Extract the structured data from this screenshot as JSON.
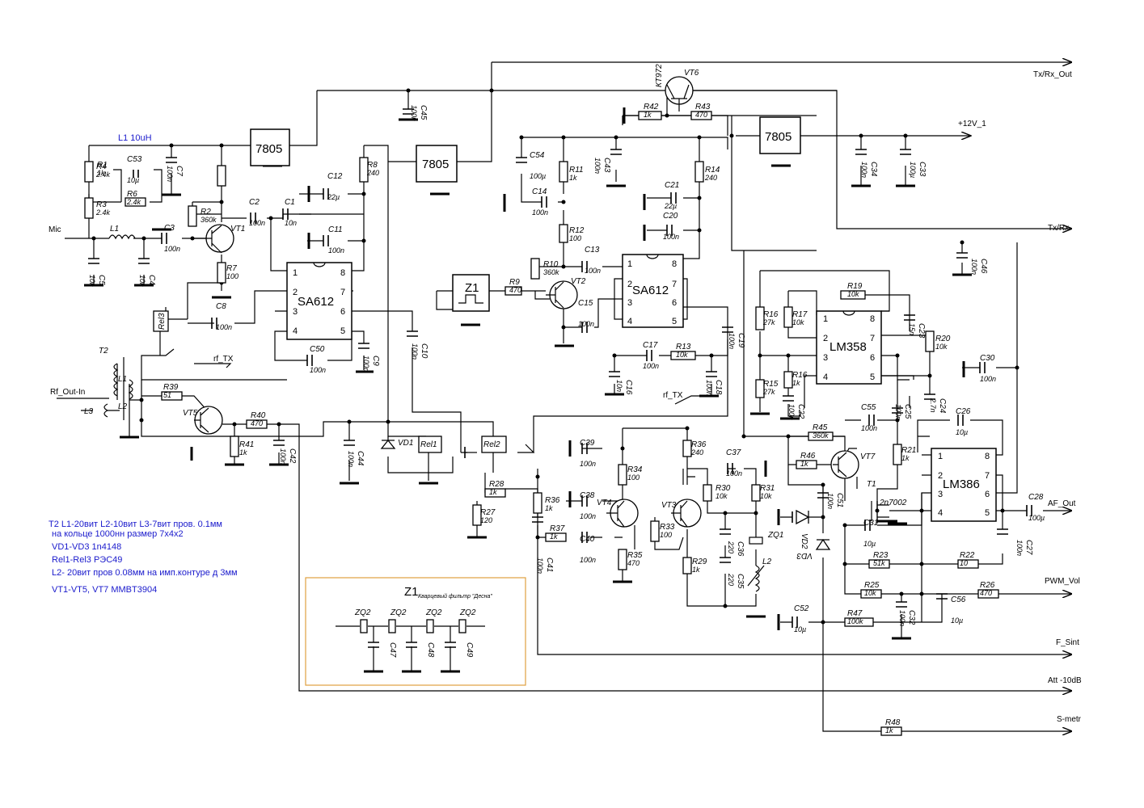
{
  "supply_labels": {
    "v12": "+12V_1",
    "l1_note": "L1 10uH"
  },
  "regulators": [
    "7805",
    "7805",
    "7805"
  ],
  "chips": {
    "sa612_a": "SA612",
    "sa612_b": "SA612",
    "lm358": "LM358",
    "lm386": "LM386",
    "z1": "Z1"
  },
  "signals": {
    "tx_rx_out": "Tx/Rx_Out",
    "tx_rx": "Tx/Rx",
    "mic": "Mic",
    "rf_out_in": "Rf_Out-In",
    "rf_tx_1": "rf_TX",
    "rf_tx_2": "rf_TX",
    "af_out": "AF_Out",
    "pwm_vol": "PWM_Vol",
    "f_sint": "F_Sint",
    "att": "Att -10dB",
    "s_metr": "S-metr"
  },
  "transistors": {
    "vt1": "VT1",
    "vt2": "VT2",
    "vt3": "VT3",
    "vt4": "VT4",
    "vt5": "VT5",
    "vt6": "VT6",
    "vt6_type": "КТ972",
    "vt7": "VT7",
    "t1": "T1",
    "t1_type": "2n7002"
  },
  "relays": {
    "rel1": "Rel1",
    "rel2": "Rel2",
    "rel3": "Rel3"
  },
  "diodes": {
    "vd1": "VD1",
    "vd2": "VD2",
    "vd3": "VD3"
  },
  "transformer": {
    "t2": "T2",
    "l1": "L1",
    "l2": "L2",
    "l3": "L3"
  },
  "inductors": {
    "l1": "L1",
    "l2": "L2"
  },
  "crystal": {
    "zq1": "ZQ1"
  },
  "resistors": [
    {
      "ref": "R1",
      "val": "1k"
    },
    {
      "ref": "R2",
      "val": "360k"
    },
    {
      "ref": "R3",
      "val": "2.4k"
    },
    {
      "ref": "R4",
      "val": "2.4k"
    },
    {
      "ref": "R6",
      "val": "2.4k"
    },
    {
      "ref": "R7",
      "val": "100"
    },
    {
      "ref": "R8",
      "val": "240"
    },
    {
      "ref": "R9",
      "val": "470"
    },
    {
      "ref": "R10",
      "val": "360k"
    },
    {
      "ref": "R11",
      "val": "1k"
    },
    {
      "ref": "R12",
      "val": "100"
    },
    {
      "ref": "R13",
      "val": "10k"
    },
    {
      "ref": "R14",
      "val": "240"
    },
    {
      "ref": "R15",
      "val": "27k"
    },
    {
      "ref": "R16",
      "val": "27k"
    },
    {
      "ref": "R16",
      "val": "1k"
    },
    {
      "ref": "R17",
      "val": "10k"
    },
    {
      "ref": "R19",
      "val": "10k"
    },
    {
      "ref": "R20",
      "val": "10k"
    },
    {
      "ref": "R21",
      "val": "1k"
    },
    {
      "ref": "R22",
      "val": "10"
    },
    {
      "ref": "R23",
      "val": "51k"
    },
    {
      "ref": "R25",
      "val": "10k"
    },
    {
      "ref": "R26",
      "val": "470"
    },
    {
      "ref": "R27",
      "val": "120"
    },
    {
      "ref": "R28",
      "val": "1k"
    },
    {
      "ref": "R29",
      "val": "1k"
    },
    {
      "ref": "R30",
      "val": "10k"
    },
    {
      "ref": "R31",
      "val": "10k"
    },
    {
      "ref": "R33",
      "val": "100"
    },
    {
      "ref": "R34",
      "val": "100"
    },
    {
      "ref": "R35",
      "val": "470"
    },
    {
      "ref": "R36",
      "val": "1k"
    },
    {
      "ref": "R36",
      "val": "240"
    },
    {
      "ref": "R37",
      "val": "1k"
    },
    {
      "ref": "R39",
      "val": "51"
    },
    {
      "ref": "R40",
      "val": "470"
    },
    {
      "ref": "R41",
      "val": "1k"
    },
    {
      "ref": "R42",
      "val": "1k"
    },
    {
      "ref": "R43",
      "val": "470"
    },
    {
      "ref": "R45",
      "val": "360k"
    },
    {
      "ref": "R46",
      "val": "1k"
    },
    {
      "ref": "R47",
      "val": "100k"
    },
    {
      "ref": "R48",
      "val": "1k"
    }
  ],
  "capacitors": [
    {
      "ref": "C1",
      "val": "10n"
    },
    {
      "ref": "C2",
      "val": "100n"
    },
    {
      "ref": "C3",
      "val": "100n"
    },
    {
      "ref": "C4",
      "val": "10n"
    },
    {
      "ref": "C5",
      "val": "10n"
    },
    {
      "ref": "C7",
      "val": "100n"
    },
    {
      "ref": "C8",
      "val": "100n"
    },
    {
      "ref": "C9",
      "val": "100n"
    },
    {
      "ref": "C10",
      "val": "100n"
    },
    {
      "ref": "C11",
      "val": "100n"
    },
    {
      "ref": "C12",
      "val": "22µ"
    },
    {
      "ref": "C13",
      "val": "100n"
    },
    {
      "ref": "C14",
      "val": "100n"
    },
    {
      "ref": "C15",
      "val": "100n"
    },
    {
      "ref": "C16",
      "val": "10n"
    },
    {
      "ref": "C17",
      "val": "100n"
    },
    {
      "ref": "C18",
      "val": "100n"
    },
    {
      "ref": "C19",
      "val": "100n"
    },
    {
      "ref": "C20",
      "val": "100n"
    },
    {
      "ref": "C21",
      "val": "22µ"
    },
    {
      "ref": "C22",
      "val": "100n"
    },
    {
      "ref": "C23",
      "val": "15n"
    },
    {
      "ref": "C24",
      "val": "2.7n"
    },
    {
      "ref": "C25",
      "val": "100n"
    },
    {
      "ref": "C26",
      "val": "10µ"
    },
    {
      "ref": "C27",
      "val": "100n"
    },
    {
      "ref": "C28",
      "val": "100µ"
    },
    {
      "ref": "C30",
      "val": "100n"
    },
    {
      "ref": "C31",
      "val": "10µ"
    },
    {
      "ref": "C32",
      "val": "100n"
    },
    {
      "ref": "C33",
      "val": "100µ"
    },
    {
      "ref": "C34",
      "val": "100n"
    },
    {
      "ref": "C35",
      "val": "220"
    },
    {
      "ref": "C36",
      "val": "220"
    },
    {
      "ref": "C37",
      "val": "100n"
    },
    {
      "ref": "C38",
      "val": "100n"
    },
    {
      "ref": "C39",
      "val": "100n"
    },
    {
      "ref": "C40",
      "val": "100n"
    },
    {
      "ref": "C41",
      "val": "100n"
    },
    {
      "ref": "C42",
      "val": "100n"
    },
    {
      "ref": "C43",
      "val": "100n"
    },
    {
      "ref": "C44",
      "val": "100n"
    },
    {
      "ref": "C45",
      "val": "100n"
    },
    {
      "ref": "C46",
      "val": "100n"
    },
    {
      "ref": "C50",
      "val": "100n"
    },
    {
      "ref": "C51",
      "val": "100n"
    },
    {
      "ref": "C52",
      "val": "10µ"
    },
    {
      "ref": "C53",
      "val": "10µ"
    },
    {
      "ref": "C54",
      "val": "100µ"
    },
    {
      "ref": "C55",
      "val": "100n"
    },
    {
      "ref": "C56",
      "val": "10µ"
    }
  ],
  "filter_box": {
    "title": "Z1",
    "subtitle": "Кварцевый фильтр \"Десна\"",
    "crystals": [
      "ZQ2",
      "ZQ2",
      "ZQ2",
      "ZQ2"
    ],
    "caps": [
      "C47",
      "C48",
      "C49"
    ]
  },
  "notes": [
    "T2 L1-20вит L2-10вит L3-7вит пров. 0.1мм",
    "на кольце 1000нн размер 7х4х2",
    "VD1-VD3 1n4148",
    "Rel1-Rel3 РЭС49",
    "L2- 20вит пров 0.08мм на имп.контуре д 3мм",
    "VT1-VT5, VT7 MMBT3904"
  ],
  "colors": {
    "wire": "#000000",
    "notes": "#1a1acc",
    "filter_border": "#e0a040"
  }
}
